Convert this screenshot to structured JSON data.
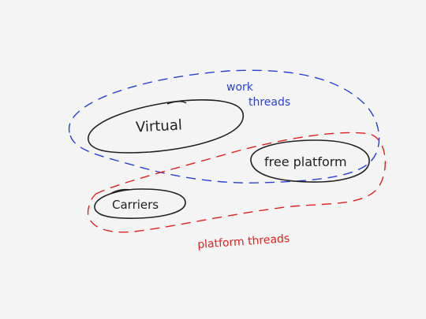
{
  "labels": {
    "virtual": "Virtual",
    "free_platform": "free platform",
    "carriers": "Carriers",
    "work_threads_line1": "work",
    "work_threads_line2": "threads",
    "platform_threads": "platform threads"
  },
  "colors": {
    "background": "#f4f4f4",
    "ink": "#222222",
    "blue": "#2b3fd6",
    "red": "#e02020"
  }
}
